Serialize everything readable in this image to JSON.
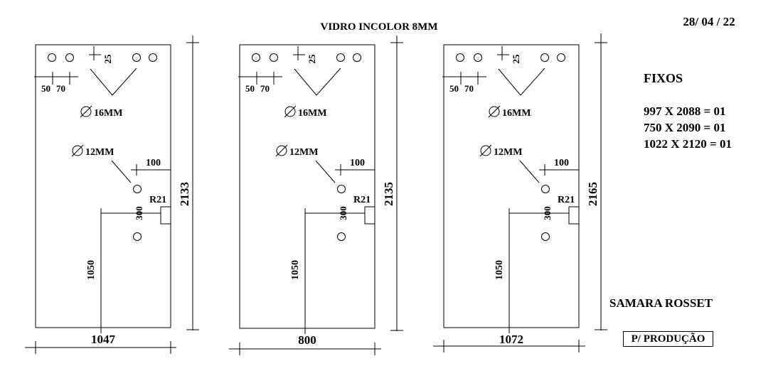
{
  "header": {
    "title": "VIDRO INCOLOR 8MM",
    "date": "28/ 04 / 22"
  },
  "summary": {
    "heading": "FIXOS",
    "lines": [
      "997 X 2088 = 01",
      "750 X 2090 = 01",
      "1022 X 2120 = 01"
    ]
  },
  "client": "SAMARA  ROSSET",
  "stamp": "P/ PRODUÇÃO",
  "panels": [
    {
      "width": "1047",
      "height": "2133",
      "top_offset": "25",
      "hole_spacing_a": "50",
      "hole_spacing_b": "70",
      "big_hole": "16MM",
      "small_hole": "12MM",
      "edge_offset": "100",
      "radius": "R21",
      "vertical_gap": "300",
      "base_height": "1050"
    },
    {
      "width": "800",
      "height": "2135",
      "top_offset": "25",
      "hole_spacing_a": "50",
      "hole_spacing_b": "70",
      "big_hole": "16MM",
      "small_hole": "12MM",
      "edge_offset": "100",
      "radius": "R21",
      "vertical_gap": "300",
      "base_height": "1050"
    },
    {
      "width": "1072",
      "height": "2165",
      "top_offset": "25",
      "hole_spacing_a": "50",
      "hole_spacing_b": "70",
      "big_hole": "16MM",
      "small_hole": "12MM",
      "edge_offset": "100",
      "radius": "R21",
      "vertical_gap": "300",
      "base_height": "1050"
    }
  ]
}
